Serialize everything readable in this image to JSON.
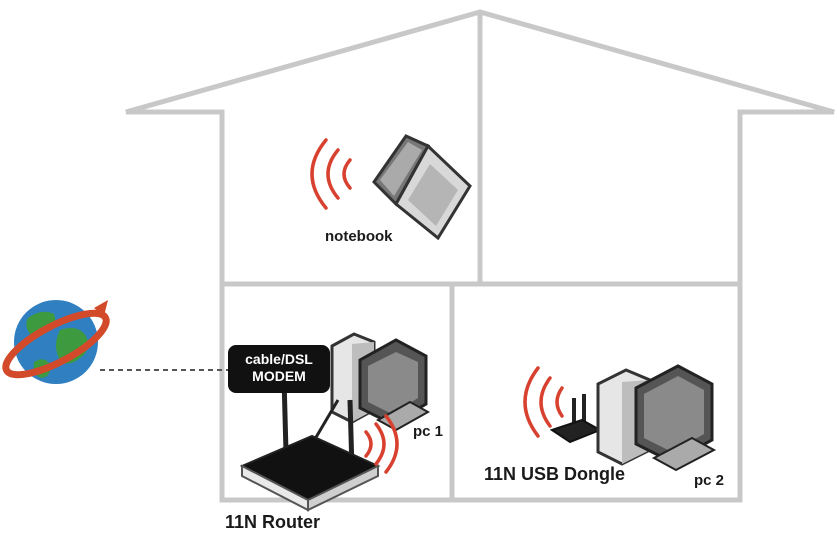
{
  "labels": {
    "notebook": "notebook",
    "modem_line1": "cable/DSL",
    "modem_line2": "MODEM",
    "pc1": "pc 1",
    "dongle": "11N USB Dongle",
    "pc2": "pc 2",
    "router": "11N Router"
  },
  "colors": {
    "outline": "#c8c8c8",
    "signal": "#d8412f",
    "globe_blue": "#2f7fc1",
    "globe_green": "#3e9a3f",
    "orbit": "#d24a2a"
  },
  "icons": [
    "globe-icon",
    "notebook-icon",
    "desktop-pc-icon",
    "router-icon",
    "usb-dongle-icon",
    "wifi-signal-icon"
  ]
}
